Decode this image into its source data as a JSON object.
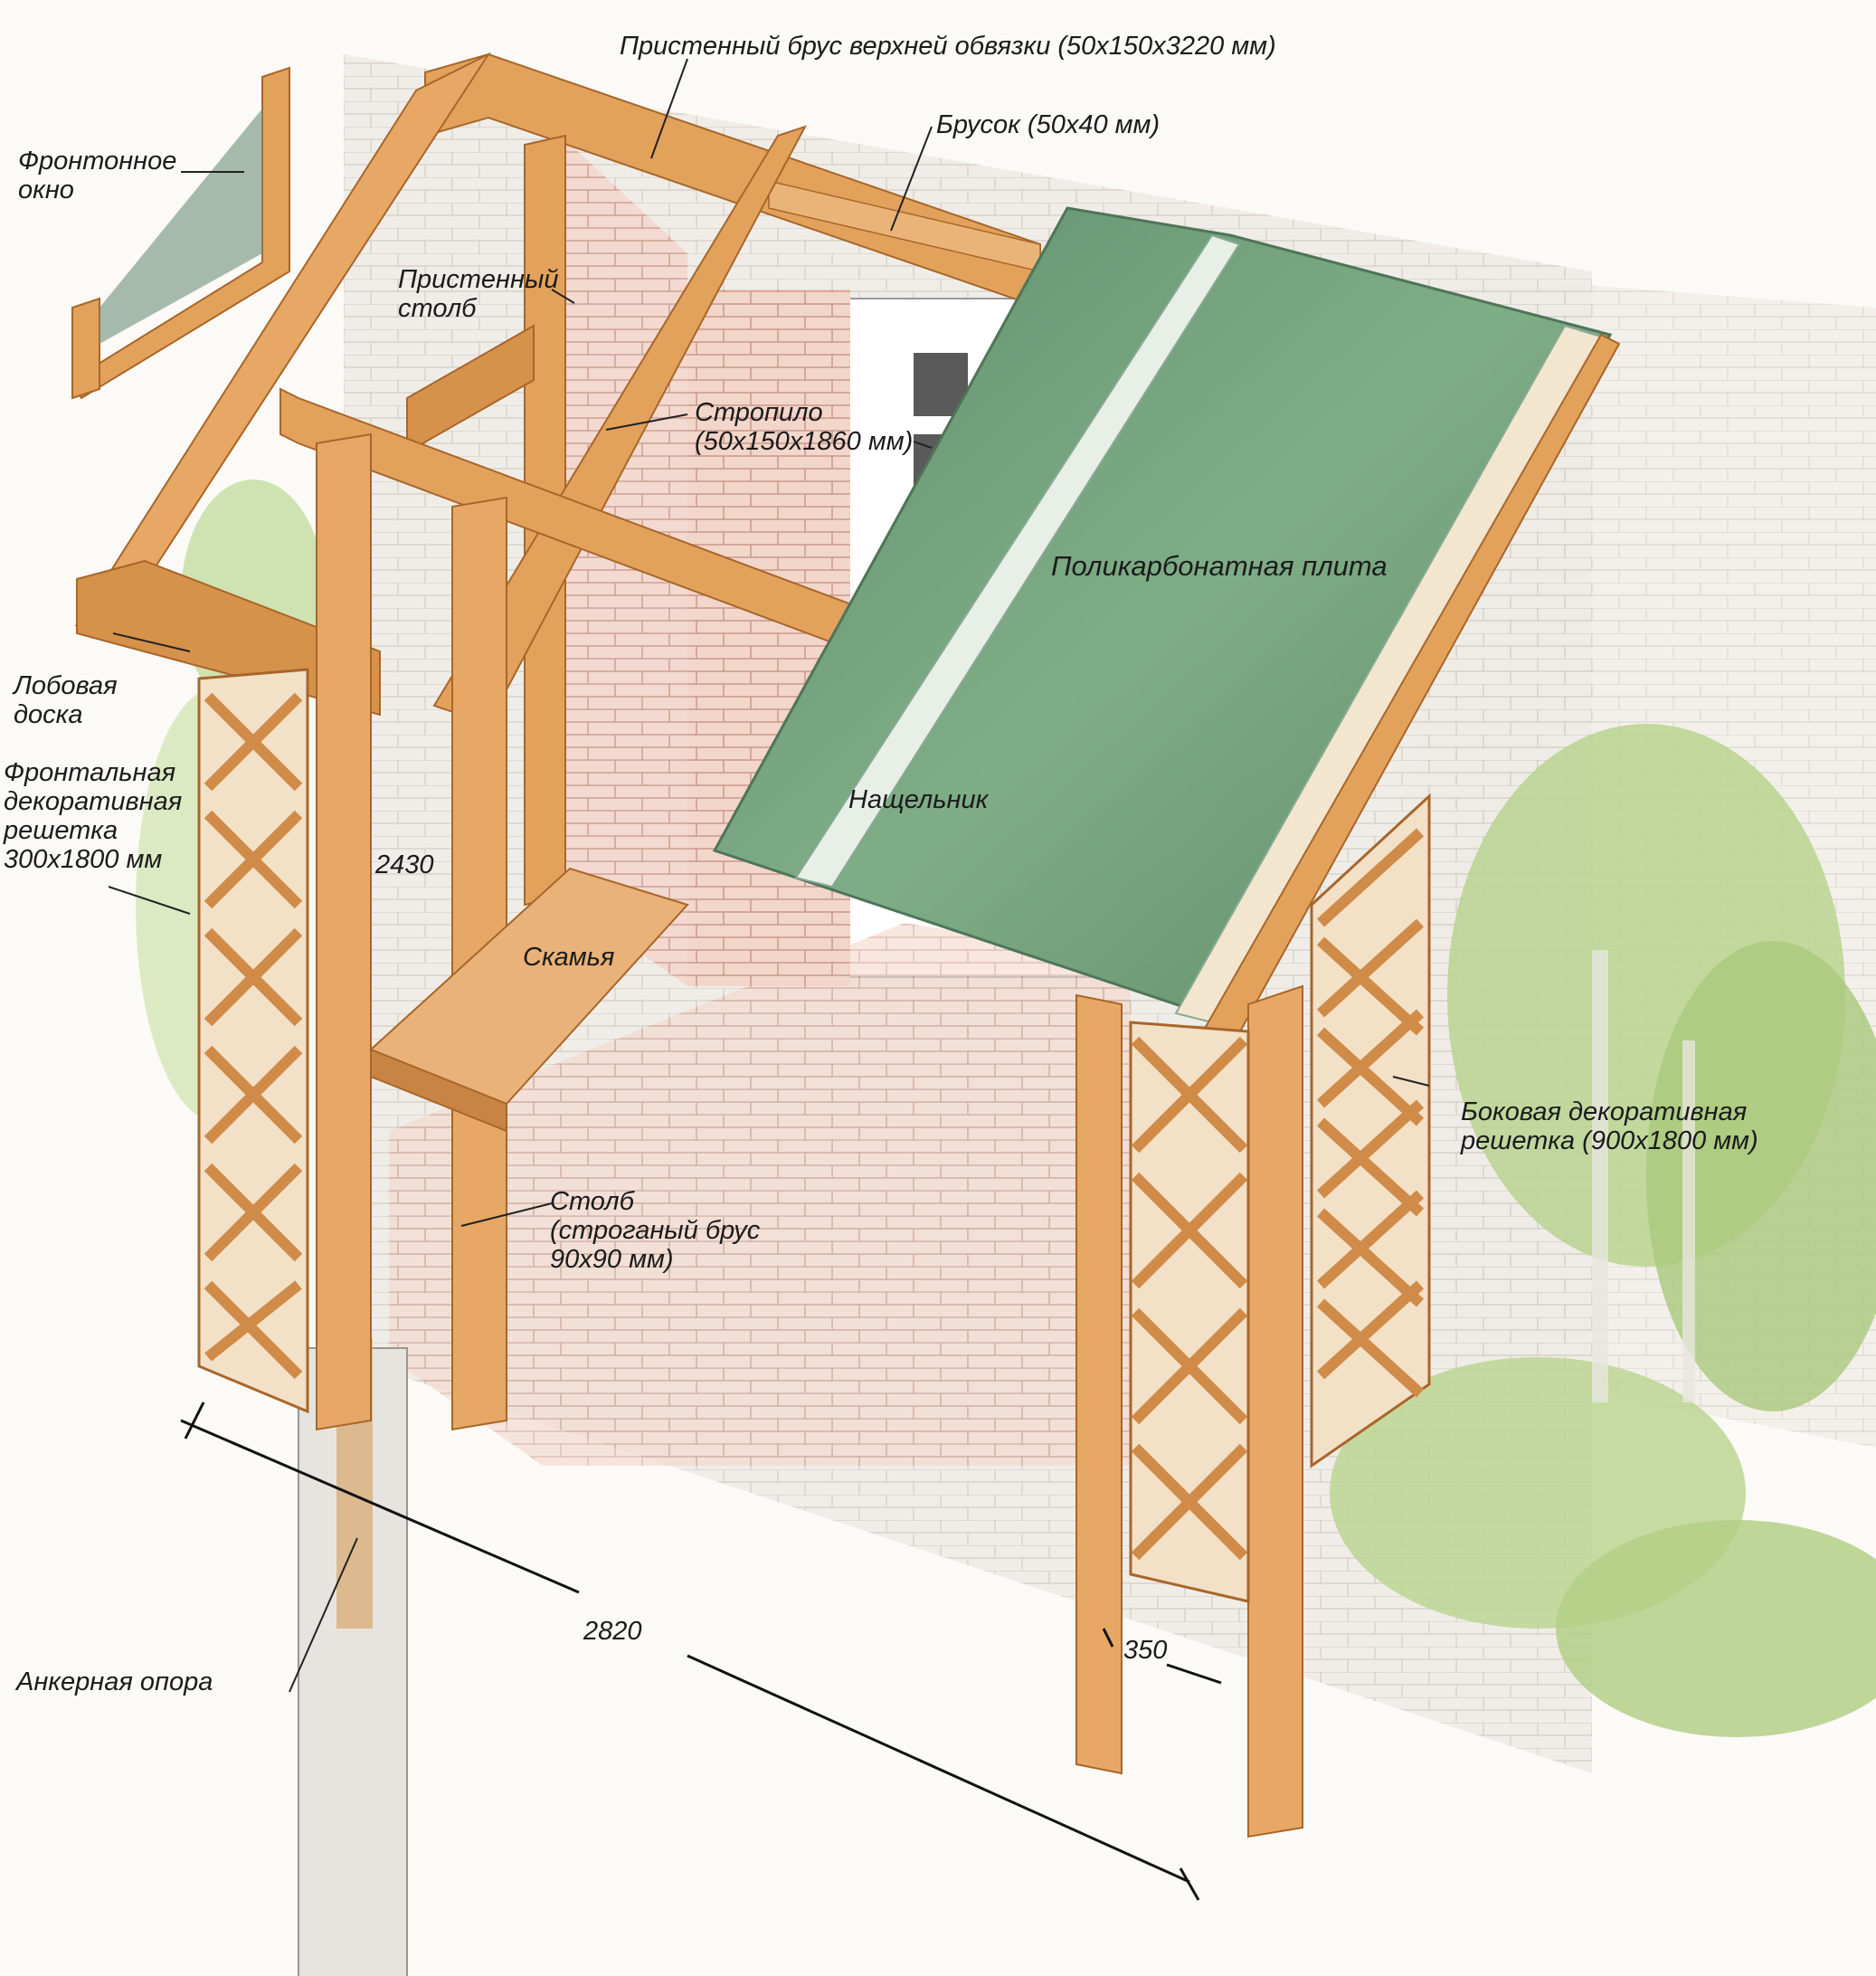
{
  "labels": {
    "top_plate_beam": "Пристенный брус верхней обвязки (50х150х3220 мм)",
    "batten": "Брусок (50х40 мм)",
    "gable_window": "Фронтонное\nокно",
    "wall_post": "Пристенный\nстолб",
    "rafter": "Стропило\n(50х150х1860 мм)",
    "polycarbonate": "Поликарбонатная плита",
    "fascia": "Лобовая\nдоска",
    "front_lattice": "Фронтальная\nдекоративная\nрешетка\n300х1800 мм",
    "batten_strip": "Нащельник",
    "bench": "Скамья",
    "side_lattice": "Боковая декоративная\nрешетка (900х1800 мм)",
    "post": "Столб\n(строганый брус\n90х90 мм)",
    "anchor": "Анкерная опора"
  },
  "dimensions": {
    "height": "2430",
    "width": "2820",
    "depth": "350"
  },
  "colors": {
    "wood": "#e2a25c",
    "wood_dark": "#b56f2c",
    "brick": "#f0cbbd",
    "brick_line": "#c9998a",
    "wall": "#ece8df",
    "roof": "#6f9c78",
    "roof_light": "#9fc3a6",
    "foliage": "#b8d38f",
    "concrete": "#e6e4df"
  }
}
